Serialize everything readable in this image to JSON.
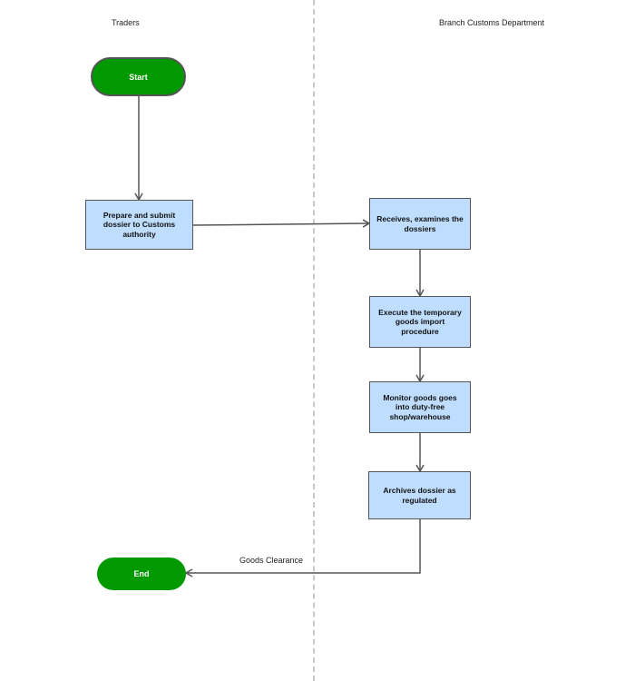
{
  "lanes": {
    "left": "Traders",
    "right": "Branch Customs Department"
  },
  "nodes": {
    "start": "Start",
    "prepare": "Prepare and submit dossier to Customs authority",
    "receive": "Receives, examines the dossiers",
    "execute": "Execute the temporary goods import procedure",
    "monitor": "Monitor goods goes into duty-free shop/warehouse",
    "archive": "Archives dossier as regulated",
    "end": "End"
  },
  "edges": {
    "clearance_label": "Goods Clearance"
  },
  "colors": {
    "terminal": "#009900",
    "process": "#bfdeff",
    "stroke": "#555555"
  }
}
